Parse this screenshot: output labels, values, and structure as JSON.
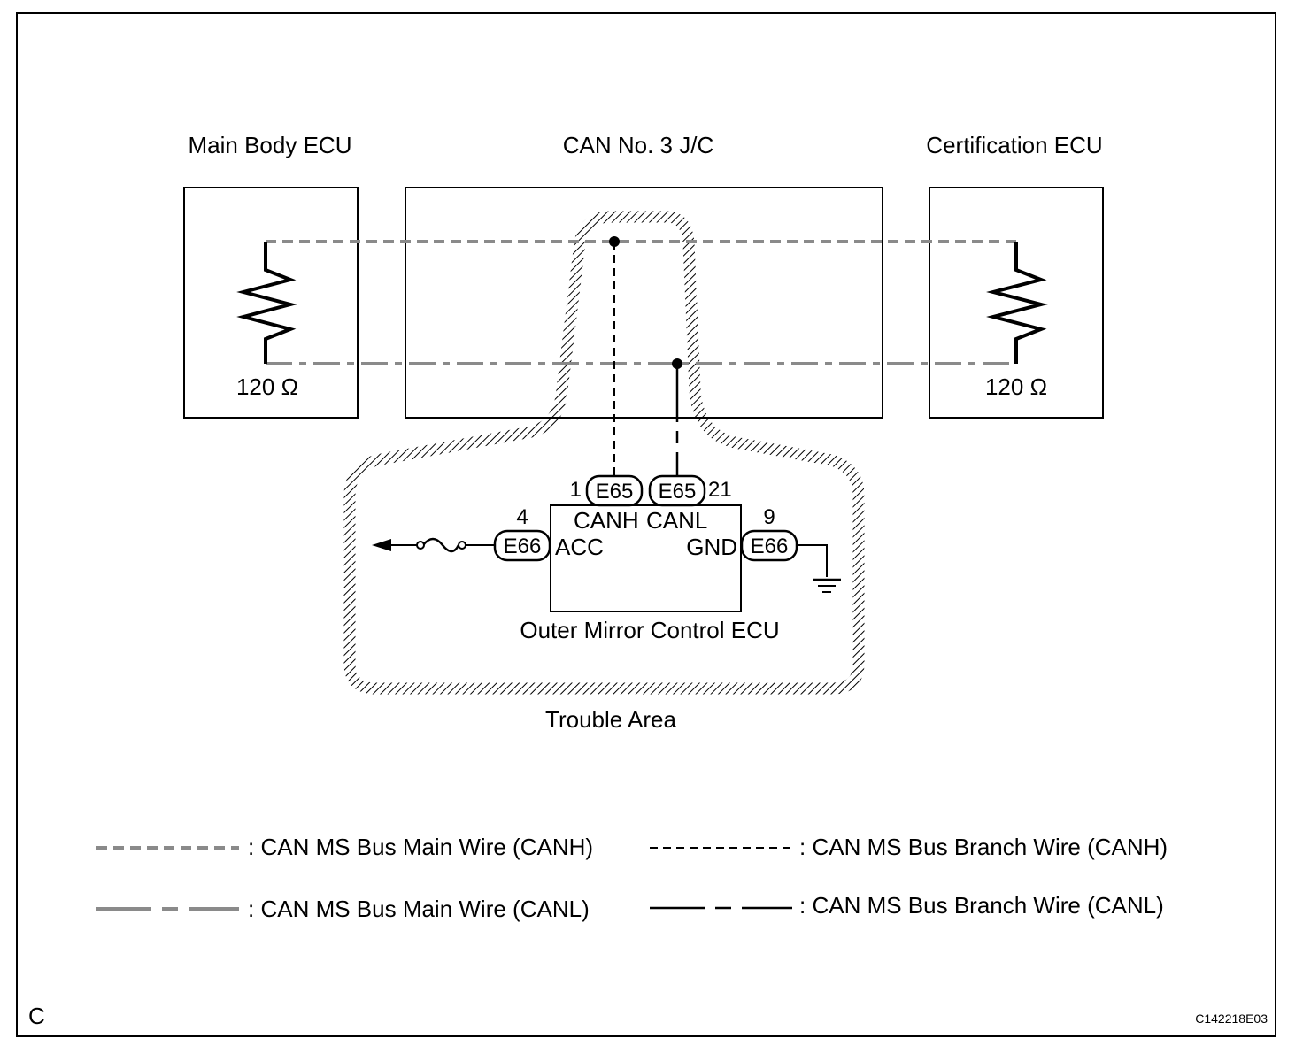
{
  "components": {
    "main_body_ecu": {
      "label": "Main Body ECU",
      "resistor": "120 Ω"
    },
    "can_jc": {
      "label": "CAN No. 3 J/C"
    },
    "certification_ecu": {
      "label": "Certification ECU",
      "resistor": "120 Ω"
    },
    "outer_mirror_ecu": {
      "label": "Outer Mirror Control ECU",
      "canh": "CANH",
      "canl": "CANL",
      "acc": "ACC",
      "gnd": "GND"
    }
  },
  "connectors": {
    "canh": {
      "name": "E65",
      "pin": "1"
    },
    "canl": {
      "name": "E65",
      "pin": "21"
    },
    "acc": {
      "name": "E66",
      "pin": "4"
    },
    "gnd": {
      "name": "E66",
      "pin": "9"
    }
  },
  "trouble_area": "Trouble Area",
  "legend": {
    "main_canh": ": CAN MS Bus Main Wire (CANH)",
    "main_canl": ": CAN MS Bus Main Wire (CANL)",
    "branch_canh": ": CAN MS Bus Branch Wire (CANH)",
    "branch_canl": ": CAN MS Bus Branch Wire (CANL)"
  },
  "corner_letter": "C",
  "figure_code": "C142218E03"
}
